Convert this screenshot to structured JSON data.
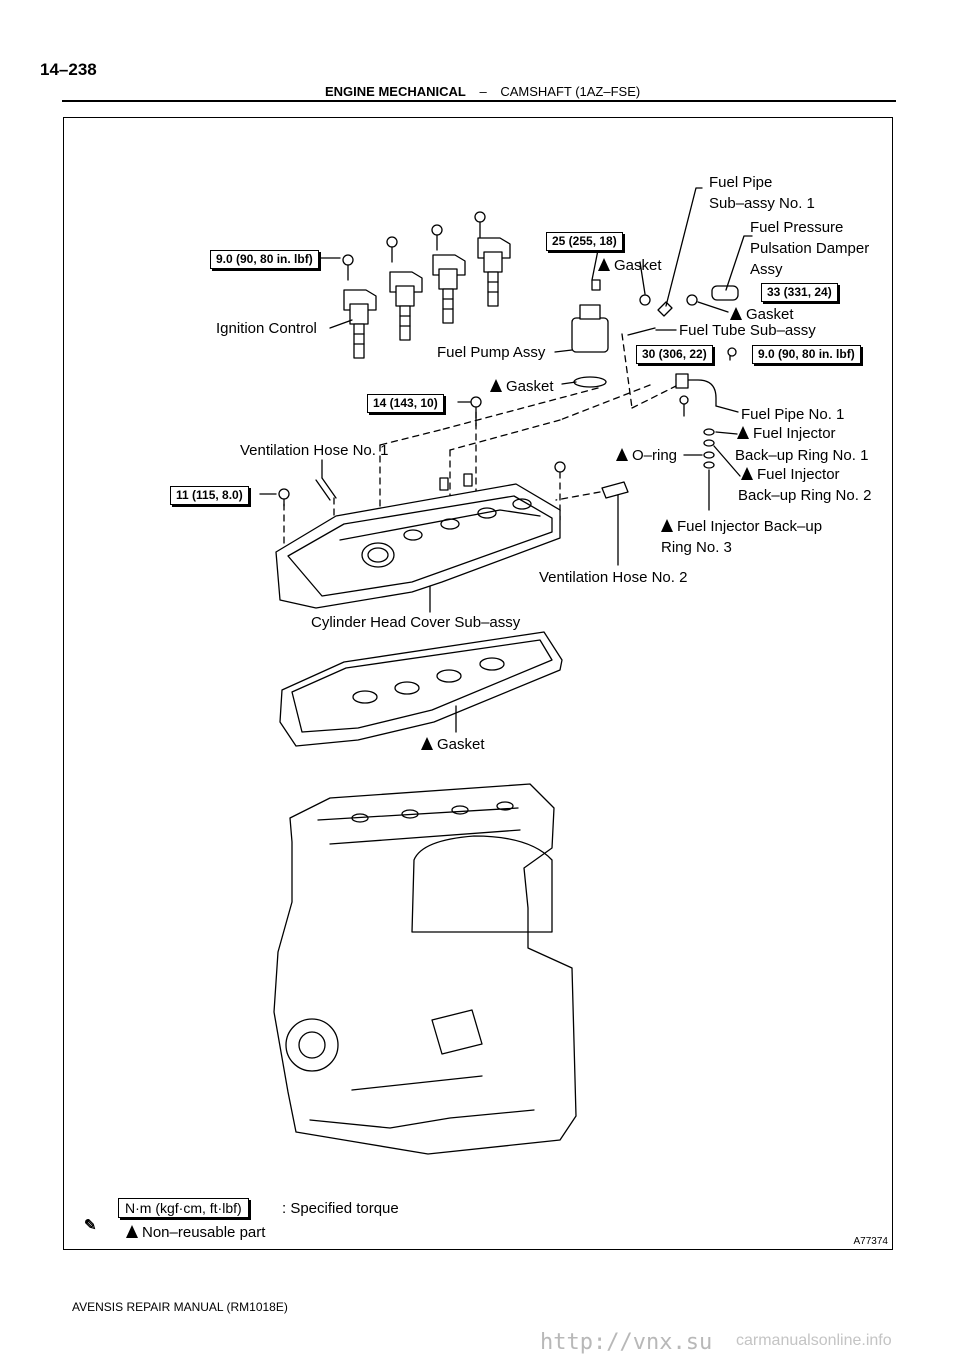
{
  "page_number": "14–238",
  "header": {
    "section": "ENGINE MECHANICAL",
    "separator": "–",
    "subsection": "CAMSHAFT (1AZ–FSE)"
  },
  "figure_id": "A77374",
  "footer": "AVENSIS REPAIR MANUAL   (RM1018E)",
  "watermark": {
    "left": "http://vnx.su",
    "right": "carmanualsonline.info"
  },
  "labels": {
    "fuel_pipe_sub_assy_1": "Fuel Pipe",
    "fuel_pipe_sub_assy_2": "Sub–assy No. 1",
    "fuel_pressure_1": "Fuel Pressure",
    "fuel_pressure_2": "Pulsation Damper",
    "fuel_pressure_3": "Assy",
    "gasket_pump_top": "Gasket",
    "gasket_damper": "Gasket",
    "fuel_tube_sub_assy": "Fuel Tube Sub–assy",
    "ignition_control": "Ignition Control",
    "fuel_pump_assy": "Fuel Pump Assy",
    "gasket_pump_bottom": "Gasket",
    "fuel_pipe_no1": "Fuel Pipe No. 1",
    "fuel_injector_1a": "Fuel Injector",
    "fuel_injector_1b": "Back–up Ring No. 1",
    "fuel_injector_2a": "Fuel Injector",
    "fuel_injector_2b": "Back–up Ring No. 2",
    "ventilation_hose_1": "Ventilation Hose No. 1",
    "o_ring": "O–ring",
    "backup_ring_3a": "Fuel Injector Back–up",
    "backup_ring_3b": "Ring No. 3",
    "ventilation_hose_2": "Ventilation Hose No. 2",
    "cylinder_head_cover": "Cylinder Head Cover Sub–assy",
    "gasket_cover": "Gasket"
  },
  "torques": {
    "coil_bolt": "9.0 (90, 80 in. lbf)",
    "pump_bolt": "25 (255, 18)",
    "damper": "33 (331, 24)",
    "tube": "30 (306, 22)",
    "pipe_bolt": "9.0 (90, 80 in. lbf)",
    "cover_stud": "14 (143, 10)",
    "cover_bolt": "11 (115, 8.0)"
  },
  "legend": {
    "torque_unit": "N·m (kgf·cm, ft·lbf)",
    "torque_desc": ": Specified torque",
    "nonreusable": "Non–reusable part"
  }
}
